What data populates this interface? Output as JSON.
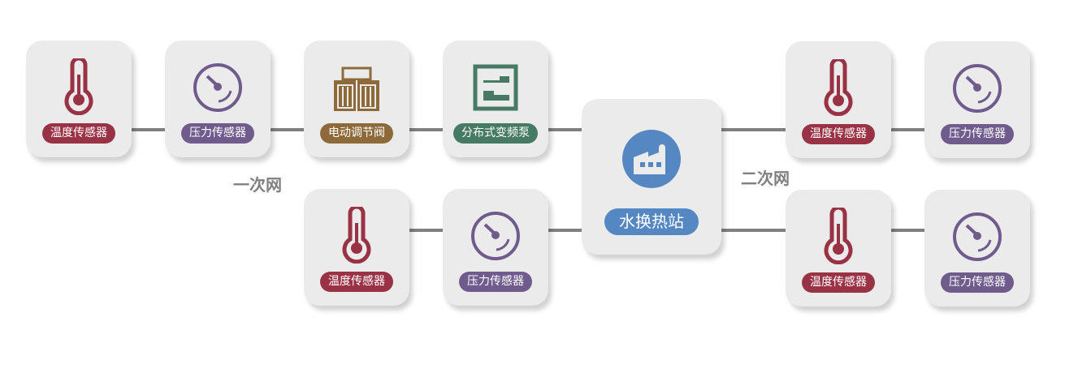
{
  "colors": {
    "temp": "#9a3246",
    "pressure": "#6f5b8c",
    "valve": "#8e6a3a",
    "pump": "#477a64",
    "station": "#5588c2",
    "line": "#808080"
  },
  "labels": {
    "temp": "温度传感器",
    "pressure": "压力传感器",
    "valve": "电动调节阀",
    "pump": "分布式变频泵",
    "station": "水换热站"
  },
  "networks": {
    "primary": "一次网",
    "secondary": "二次网"
  }
}
